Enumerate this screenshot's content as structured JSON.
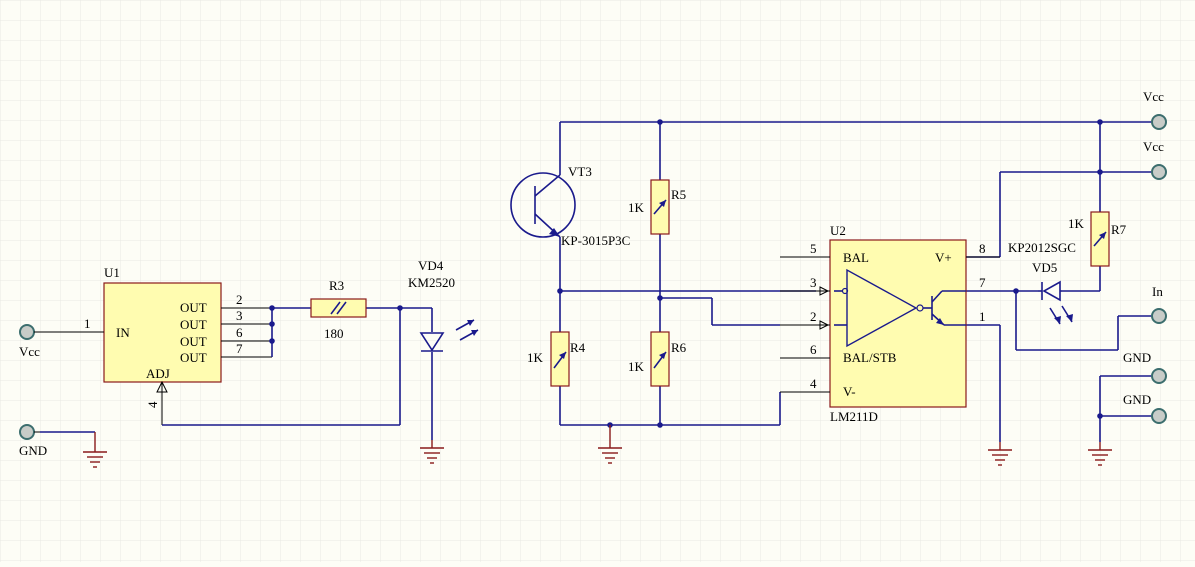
{
  "ports": {
    "vcc_left": "Vcc",
    "gnd_left": "GND",
    "vcc_top": "Vcc",
    "vcc_second": "Vcc",
    "in": "In",
    "gnd_right_1": "GND",
    "gnd_right_2": "GND"
  },
  "u1": {
    "ref": "U1",
    "in_label": "IN",
    "adj_label": "ADJ",
    "out_labels": [
      "OUT",
      "OUT",
      "OUT",
      "OUT"
    ],
    "pin_in": "1",
    "pin_outs": [
      "2",
      "3",
      "6",
      "7"
    ],
    "pin_adj": "4"
  },
  "r3": {
    "ref": "R3",
    "value": "180"
  },
  "vd4": {
    "ref": "VD4",
    "part": "KM2520"
  },
  "vt3": {
    "ref": "VT3",
    "part": "KP-3015P3C"
  },
  "r4": {
    "ref": "R4",
    "value": "1K"
  },
  "r5": {
    "ref": "R5",
    "value": "1K"
  },
  "r6": {
    "ref": "R6",
    "value": "1K"
  },
  "r7": {
    "ref": "R7",
    "value": "1K"
  },
  "u2": {
    "ref": "U2",
    "part": "LM211D",
    "bal_label": "BAL",
    "balstb_label": "BAL/STB",
    "vminus_label": "V-",
    "vplus_label": "V+",
    "pins": {
      "bal": "5",
      "in_plus": "3",
      "in_minus": "2",
      "balstb": "6",
      "vminus": "4",
      "vplus": "8",
      "out7": "7",
      "out1": "1"
    }
  },
  "vd5": {
    "ref": "VD5",
    "part": "KP2012SGC"
  },
  "colors": {
    "wire": "#1a1a8c",
    "body_fill": "#fffcb0",
    "body_stroke": "#8a1a1a",
    "ground": "#8a1a1a",
    "port": "#c8ccc8",
    "grid": "#ececec"
  }
}
